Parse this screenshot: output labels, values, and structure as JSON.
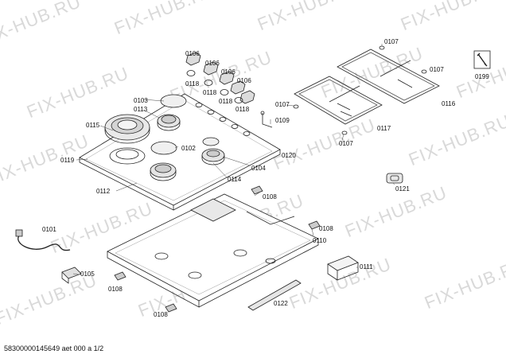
{
  "watermark": "FIX-HUB.RU",
  "footer": "58300000145649 aet 000 a 1/2",
  "labels": {
    "p0106": "0106",
    "p0118": "0118",
    "p0103": "0103",
    "p0113": "0113",
    "p0115": "0115",
    "p0119": "0119",
    "p0112": "0112",
    "p0102": "0102",
    "p0114": "0114",
    "p0104": "0104",
    "p0120": "0120",
    "p0107": "0107",
    "p0109": "0109",
    "p0108": "0108",
    "p0116": "0116",
    "p0117": "0117",
    "p0199": "0199",
    "p0121": "0121",
    "p0110": "0110",
    "p0101": "0101",
    "p0105": "0105",
    "p0111": "0111",
    "p0122": "0122"
  }
}
